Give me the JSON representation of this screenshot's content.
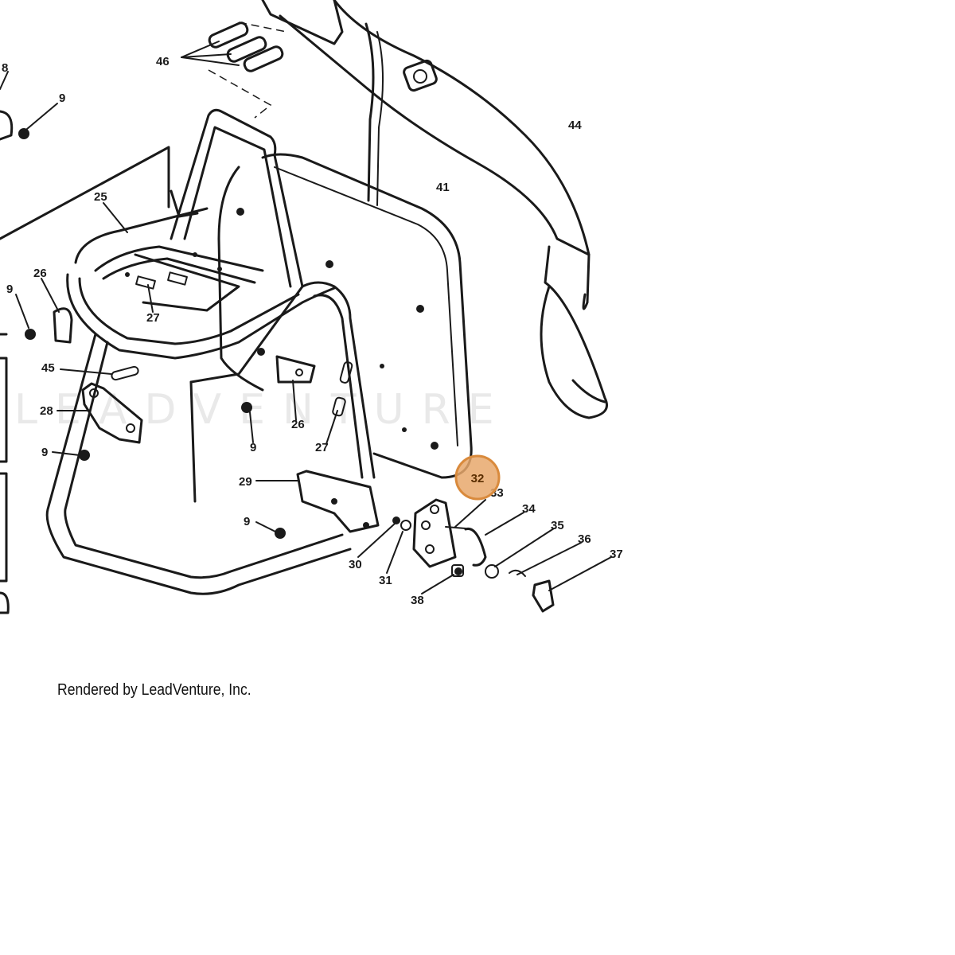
{
  "watermark": "LEADVENTURE",
  "credit": "Rendered by LeadVenture, Inc.",
  "highlight": {
    "label": "32",
    "color": "#e8a86c",
    "border": "#d98a3c"
  },
  "parts": [
    {
      "id": "p8",
      "label": "8"
    },
    {
      "id": "p9a",
      "label": "9"
    },
    {
      "id": "p46",
      "label": "46"
    },
    {
      "id": "p44",
      "label": "44"
    },
    {
      "id": "p41",
      "label": "41"
    },
    {
      "id": "p25",
      "label": "25"
    },
    {
      "id": "p26a",
      "label": "26"
    },
    {
      "id": "p9b",
      "label": "9"
    },
    {
      "id": "p27a",
      "label": "27"
    },
    {
      "id": "p45",
      "label": "45"
    },
    {
      "id": "p28",
      "label": "28"
    },
    {
      "id": "p9c",
      "label": "9"
    },
    {
      "id": "p26b",
      "label": "26"
    },
    {
      "id": "p9d",
      "label": "9"
    },
    {
      "id": "p27b",
      "label": "27"
    },
    {
      "id": "p29",
      "label": "29"
    },
    {
      "id": "p9e",
      "label": "9"
    },
    {
      "id": "p33",
      "label": "33"
    },
    {
      "id": "p34",
      "label": "34"
    },
    {
      "id": "p35",
      "label": "35"
    },
    {
      "id": "p36",
      "label": "36"
    },
    {
      "id": "p37",
      "label": "37"
    },
    {
      "id": "p30",
      "label": "30"
    },
    {
      "id": "p31",
      "label": "31"
    },
    {
      "id": "p38",
      "label": "38"
    }
  ]
}
